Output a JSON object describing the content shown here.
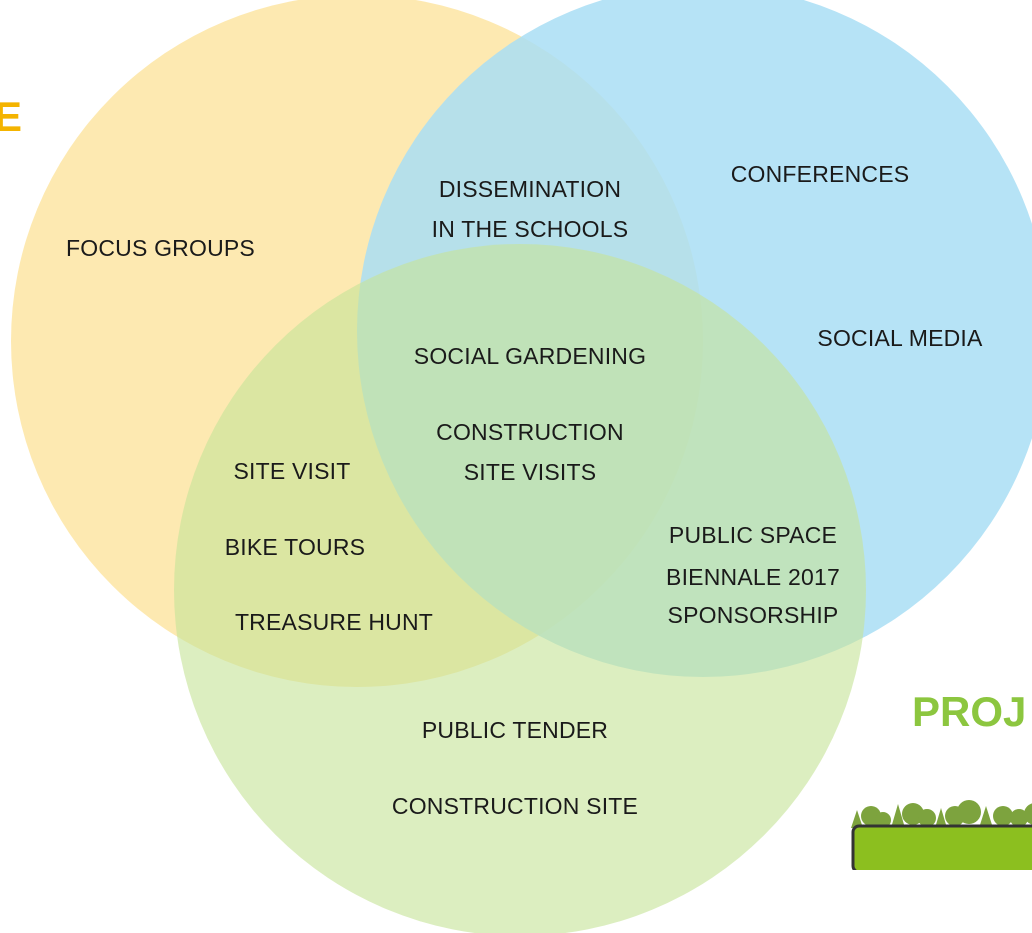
{
  "titles": {
    "left_cropped": "E",
    "right_cropped": "PROJ"
  },
  "circles": {
    "top_left": {
      "color": "#fde7aa"
    },
    "top_right": {
      "color": "#b3e4f6"
    },
    "bottom": {
      "color": "#cfe7a8"
    }
  },
  "labels": {
    "focus_groups": "FOCUS GROUPS",
    "dissemination_line1": "DISSEMINATION",
    "dissemination_line2": "IN THE SCHOOLS",
    "conferences": "CONFERENCES",
    "social_media": "SOCIAL MEDIA",
    "social_gardening": "SOCIAL GARDENING",
    "construction_line1": "CONSTRUCTION",
    "construction_line2": "SITE VISITS",
    "site_visit": "SITE VISIT",
    "bike_tours": "BIKE TOURS",
    "treasure_hunt": "TREASURE HUNT",
    "public_space_line1": "PUBLIC SPACE",
    "public_space_line2": "BIENNALE 2017",
    "public_space_line3": "SPONSORSHIP",
    "public_tender": "PUBLIC TENDER",
    "construction_site": "CONSTRUCTION SITE"
  },
  "logo": {
    "icon": "green-roof-trees-icon",
    "color": "#8cbf1f"
  }
}
